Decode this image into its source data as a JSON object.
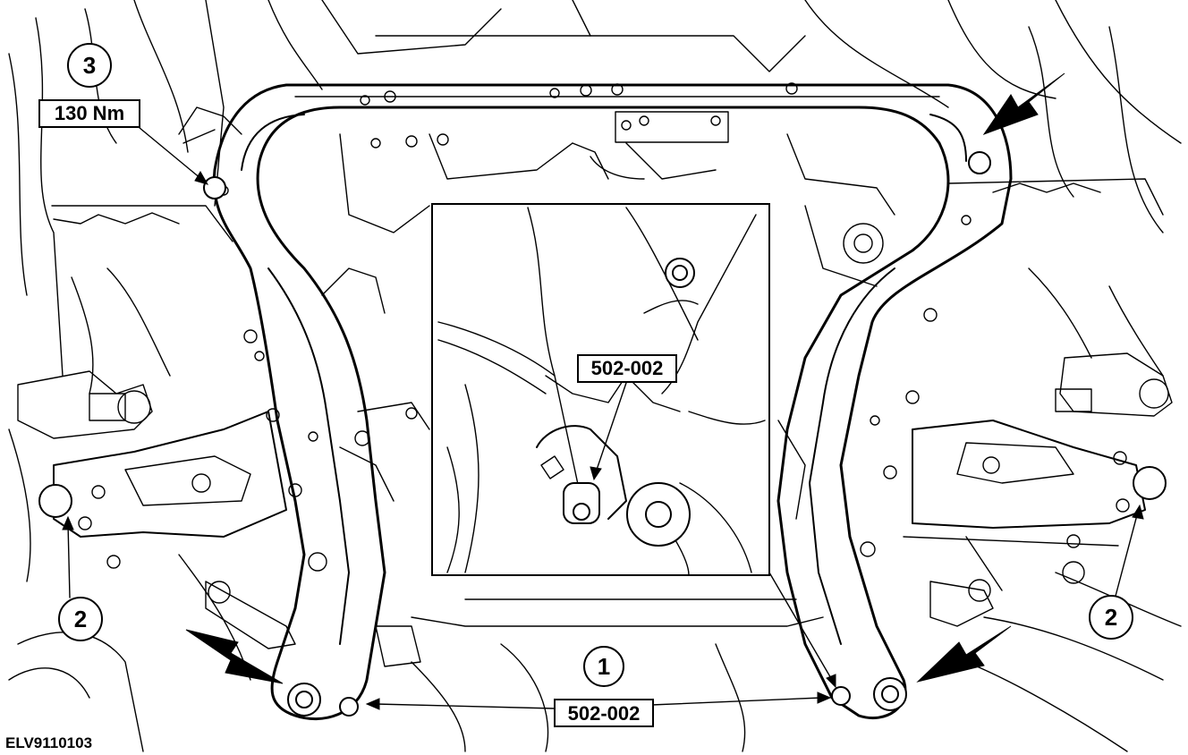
{
  "callouts": {
    "c1": "1",
    "c2_left": "2",
    "c2_right": "2",
    "c3": "3"
  },
  "labels": {
    "torque": "130 Nm",
    "tool_inset": "502-002",
    "tool_bottom": "502-002"
  },
  "reference": "ELV9110103"
}
